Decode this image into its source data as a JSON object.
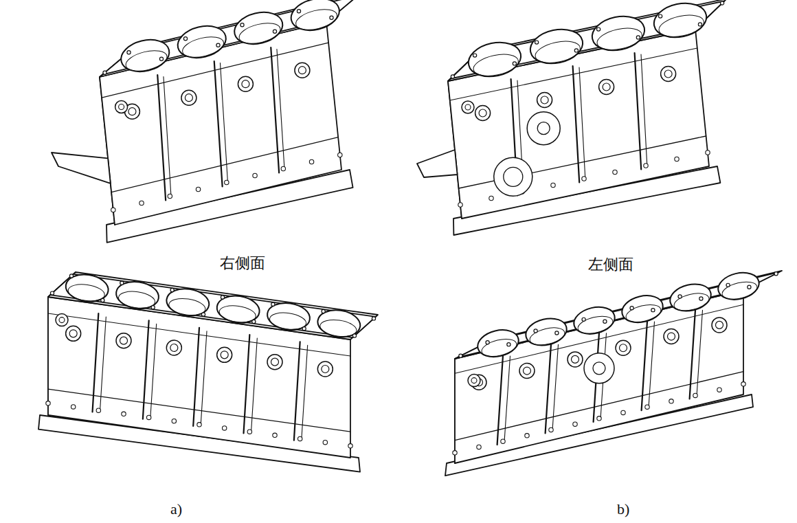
{
  "diagram": {
    "labels": [
      "右侧面",
      "左侧面",
      "a)",
      "b)"
    ]
  }
}
